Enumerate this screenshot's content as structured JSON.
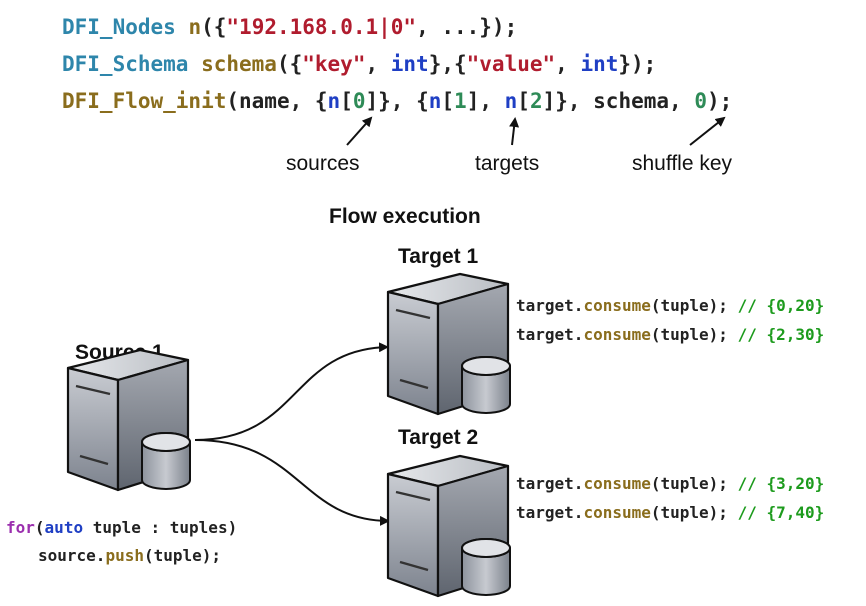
{
  "code_top": {
    "line1": {
      "fn": "DFI_Nodes",
      "mth": "n",
      "a": "({",
      "str": "\"192.168.0.1|0\"",
      "b": ", ...});"
    },
    "line2": {
      "fn": "DFI_Schema",
      "mth": "schema",
      "a": "({",
      "str1": "\"key\"",
      "b": ", ",
      "kw1": "int",
      "c": "},{",
      "str2": "\"value\"",
      "d": ", ",
      "kw2": "int",
      "e": "});"
    },
    "line3": {
      "fn": "DFI_Flow_init",
      "a": "(name, {",
      "n1": "n",
      "b": "[",
      "num0": "0",
      "c": "]}, {",
      "n2": "n",
      "d": "[",
      "num1": "1",
      "e": "], ",
      "n3": "n",
      "f": "[",
      "num2": "2",
      "g": "]}, schema, ",
      "num3": "0",
      "h": ");"
    }
  },
  "annotations": {
    "sources": "sources",
    "targets": "targets",
    "shuffle_key": "shuffle key"
  },
  "flow_title": "Flow execution",
  "nodes": {
    "source": "Source 1",
    "target1": "Target 1",
    "target2": "Target 2"
  },
  "source_code": {
    "l1": {
      "kw1": "for",
      "a": "(",
      "kw2": "auto",
      "b": " tuple : tuples)"
    },
    "l2": {
      "a": "source.",
      "mth": "push",
      "b": "(tuple);"
    }
  },
  "target1_code": [
    {
      "a": "target.",
      "mth": "consume",
      "b": "(tuple); ",
      "cmt": "// {0,20}"
    },
    {
      "a": "target.",
      "mth": "consume",
      "b": "(tuple); ",
      "cmt": "// {2,30}"
    }
  ],
  "target2_code": [
    {
      "a": "target.",
      "mth": "consume",
      "b": "(tuple); ",
      "cmt": "// {3,20}"
    },
    {
      "a": "target.",
      "mth": "consume",
      "b": "(tuple); ",
      "cmt": "// {7,40}"
    }
  ]
}
